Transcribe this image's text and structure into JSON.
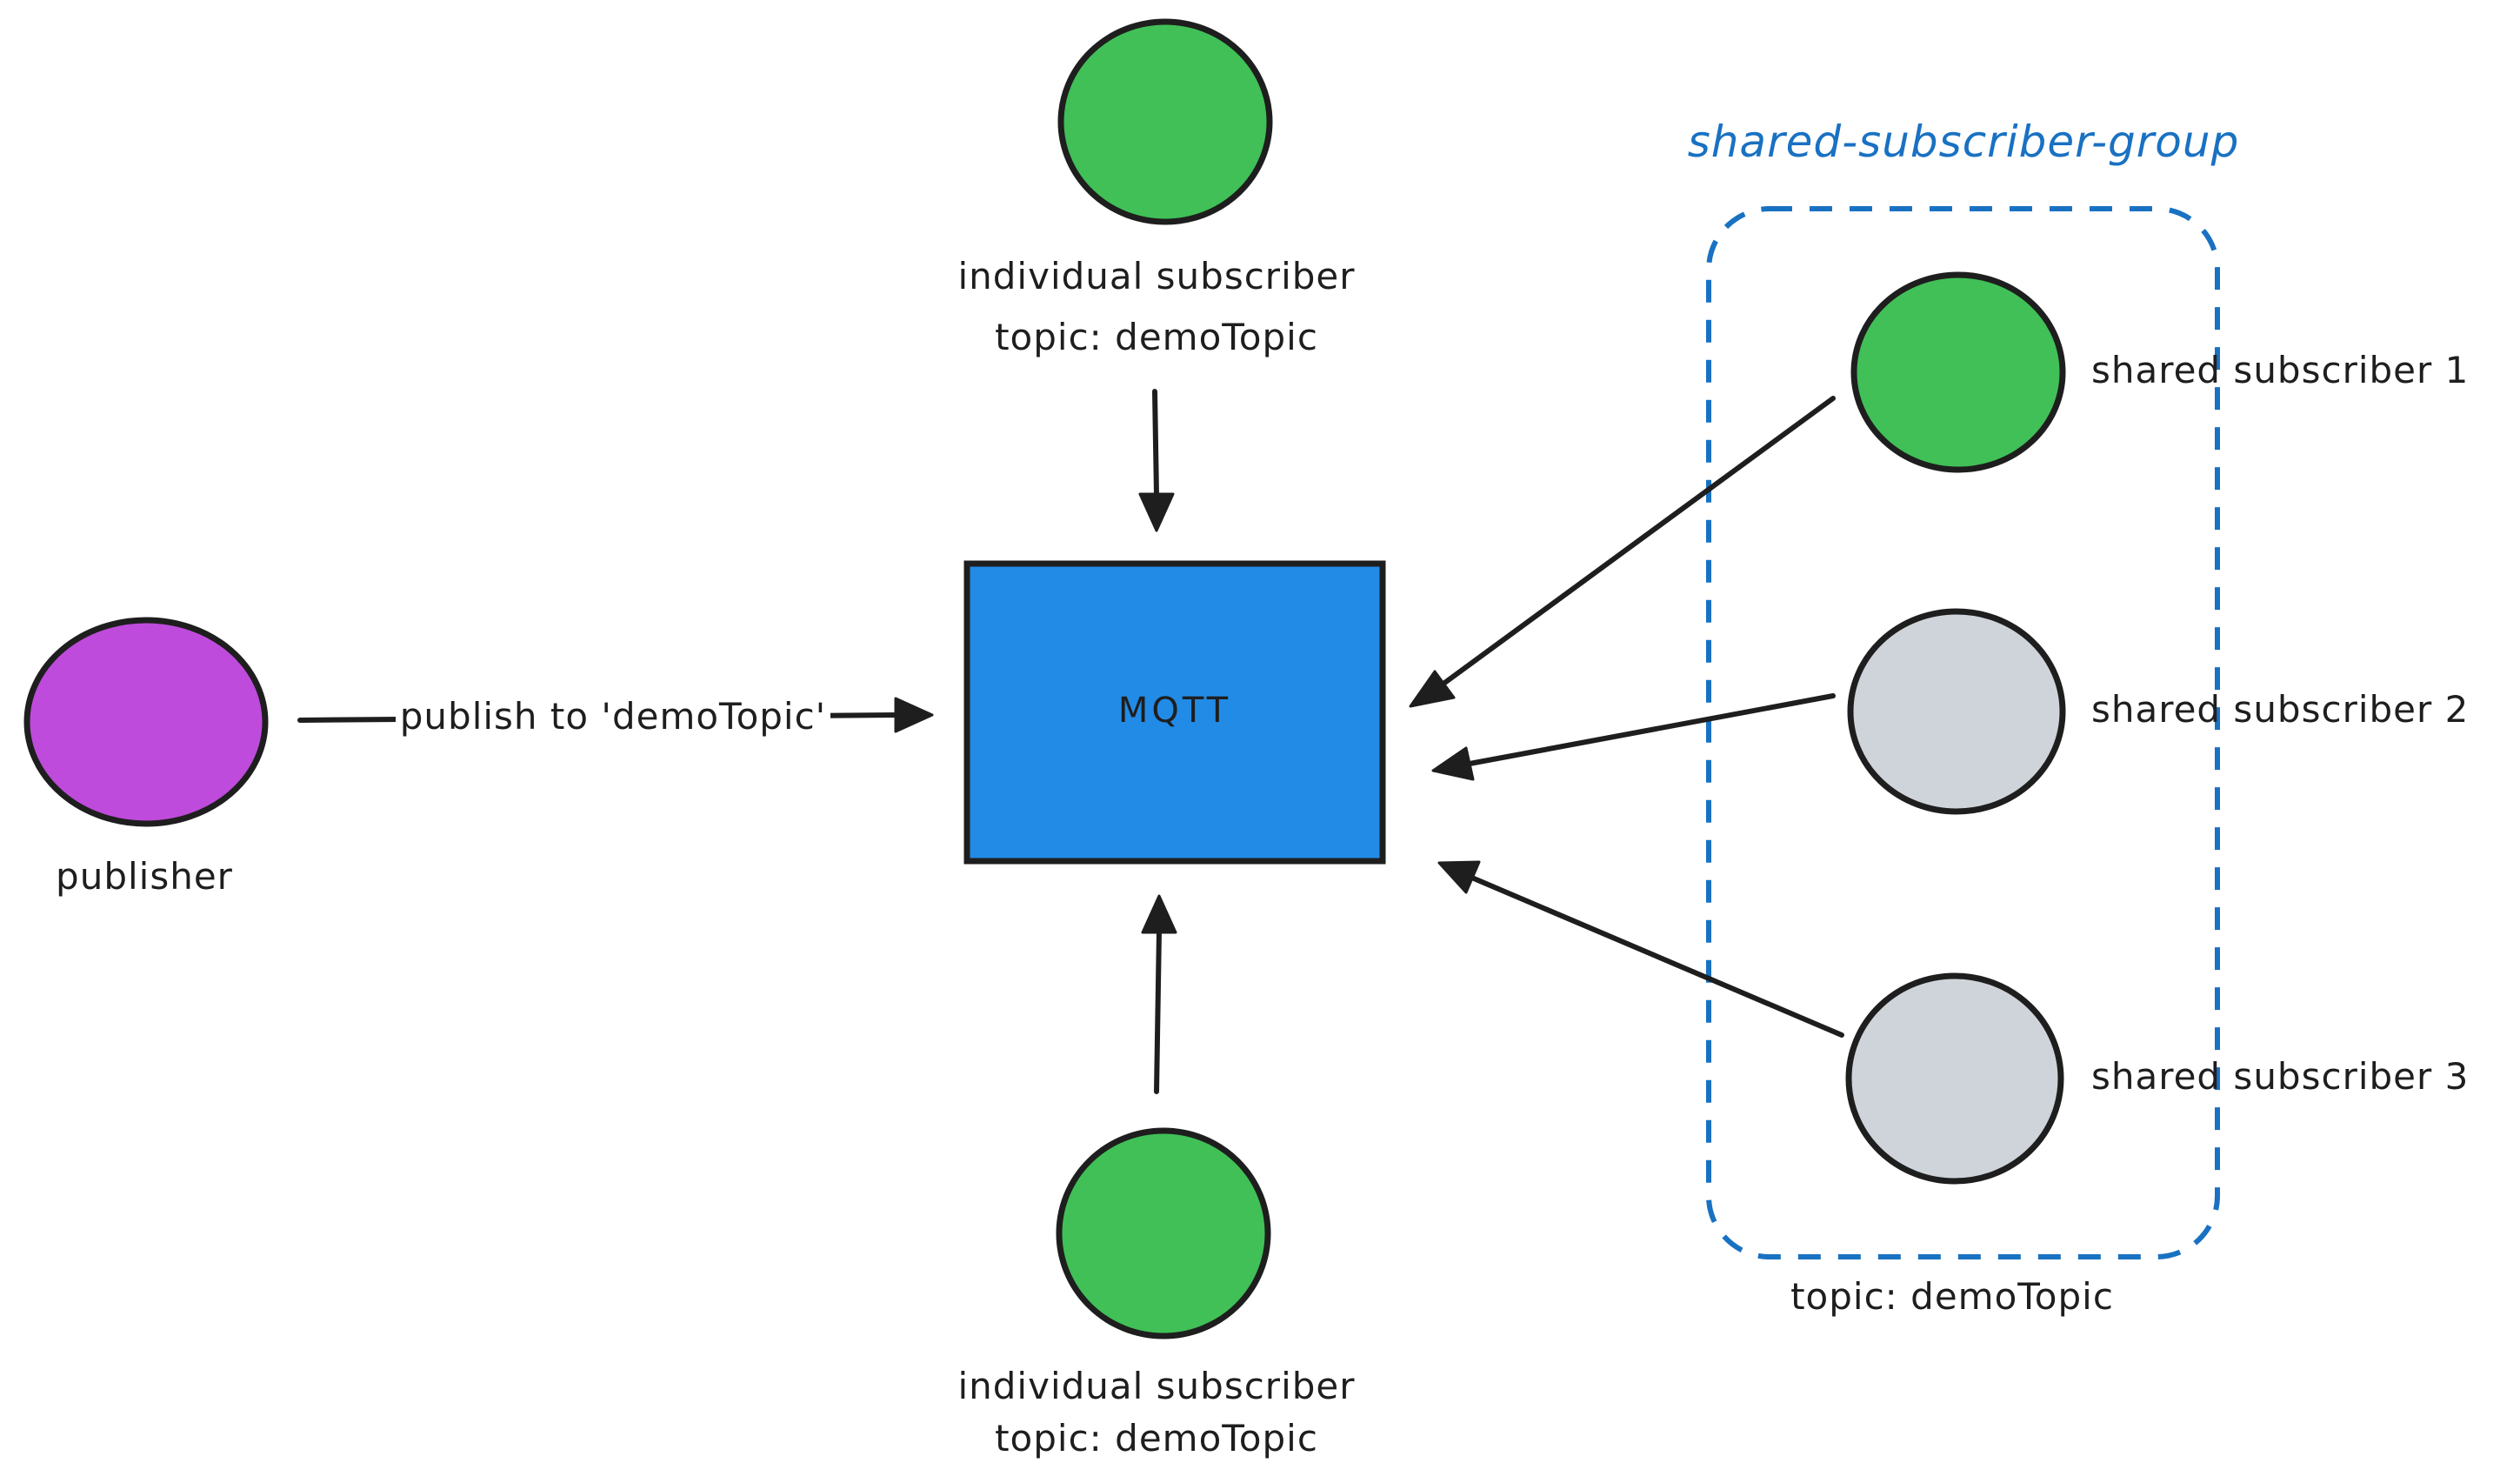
{
  "colors": {
    "publisher": "#be4bdb",
    "subscriber_active": "#40c057",
    "subscriber_idle": "#ced4da",
    "broker": "#228be6",
    "group_border": "#1971c2",
    "stroke": "#1e1e1e"
  },
  "broker": {
    "label": "MQTT"
  },
  "publisher": {
    "label": "publisher",
    "edge_label": "publish to 'demoTopic'"
  },
  "individual_top": {
    "line1": "individual subscriber",
    "line2": "topic: demoTopic"
  },
  "individual_bottom": {
    "line1": "individual subscriber",
    "line2": "topic: demoTopic"
  },
  "shared_group": {
    "title": "shared-subscriber-group",
    "topic": "topic: demoTopic",
    "members": [
      {
        "label": "shared subscriber 1",
        "state": "active"
      },
      {
        "label": "shared subscriber 2",
        "state": "idle"
      },
      {
        "label": "shared subscriber 3",
        "state": "idle"
      }
    ]
  }
}
